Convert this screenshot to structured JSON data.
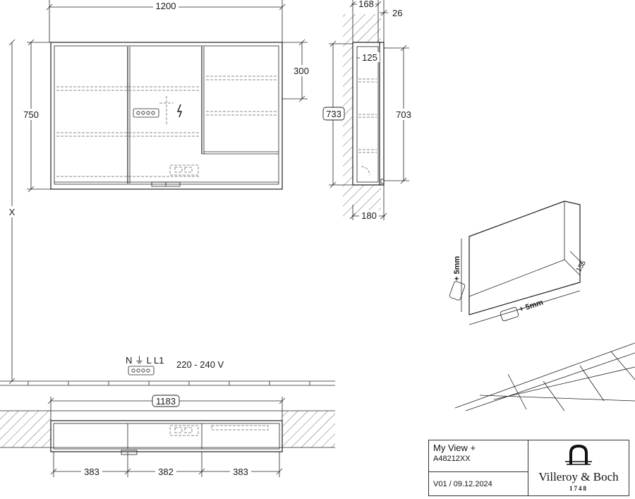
{
  "front_view": {
    "width_dim": "1200",
    "height_dim": "750",
    "shelf_dim": "300",
    "mount_dim": "X"
  },
  "side_view": {
    "depth_dim": "168",
    "recess_dim": "26",
    "inner_dim": "125",
    "wall_height_dim": "733",
    "inner_height_dim": "703",
    "cutout_depth_dim": "180"
  },
  "electrical": {
    "terminal_label": "N ⏚ L L1",
    "voltage": "220 - 240 V"
  },
  "top_view": {
    "inner_width_dim": "1183",
    "segment_1": "383",
    "segment_2": "382",
    "segment_3": "383"
  },
  "niche_view": {
    "height_tolerance": "+ 5mm",
    "width_tolerance": "+ 5mm",
    "depth_dim": "155"
  },
  "title_block": {
    "product_name": "My View +",
    "product_code": "A48212XX",
    "version": "V01 / 09.12.2024",
    "brand": "Villeroy & Boch",
    "year": "1748"
  },
  "colors": {
    "line": "#222222",
    "hatch": "#444444",
    "background": "#ffffff"
  }
}
